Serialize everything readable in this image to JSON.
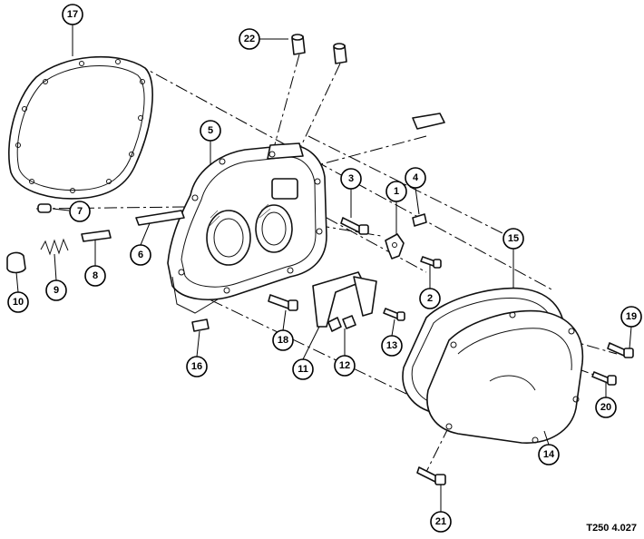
{
  "figure": {
    "code": "T250 4.027",
    "callouts": [
      {
        "number": "1"
      },
      {
        "number": "2"
      },
      {
        "number": "3"
      },
      {
        "number": "4"
      },
      {
        "number": "5"
      },
      {
        "number": "6"
      },
      {
        "number": "7"
      },
      {
        "number": "8"
      },
      {
        "number": "9"
      },
      {
        "number": "10"
      },
      {
        "number": "11"
      },
      {
        "number": "12"
      },
      {
        "number": "13"
      },
      {
        "number": "14"
      },
      {
        "number": "15"
      },
      {
        "number": "16"
      },
      {
        "number": "17"
      },
      {
        "number": "18"
      },
      {
        "number": "19"
      },
      {
        "number": "20"
      },
      {
        "number": "21"
      },
      {
        "number": "22"
      }
    ]
  }
}
